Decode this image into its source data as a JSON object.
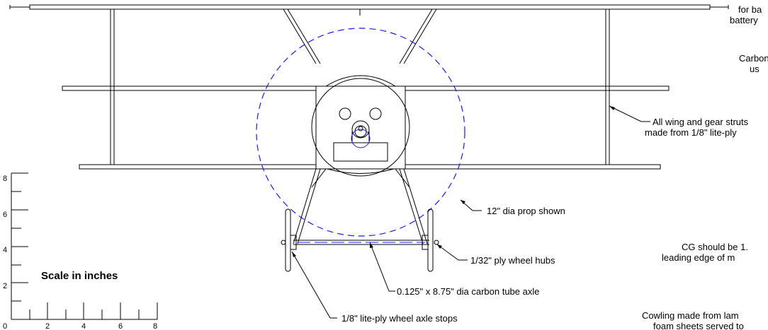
{
  "notes": {
    "battery_line1": "for ba",
    "battery_line2": "battery",
    "carbon_line1": "Carbon",
    "carbon_line2": "us",
    "struts_line1": "All wing and gear struts",
    "struts_line2": "made from 1/8\" lite-ply",
    "cg_line1": "CG should be 1.",
    "cg_line2": "leading edge of m",
    "cowling_line1": "Cowling made from lam",
    "cowling_line2": "foam sheets served to"
  },
  "callouts": {
    "prop": "12\" dia prop shown",
    "hubs": "1/32\" ply wheel hubs",
    "axle": "0.125\" x 8.75\" dia carbon tube axle",
    "stops": "1/8\" lite-ply wheel axle stops"
  },
  "scale": {
    "title": "Scale in inches",
    "y_ticks": [
      "8",
      "6",
      "4",
      "2"
    ],
    "x_ticks": [
      "0",
      "2",
      "4",
      "6",
      "8"
    ]
  },
  "colors": {
    "prop_circle": "#1a1aff",
    "lines": "#000000"
  }
}
